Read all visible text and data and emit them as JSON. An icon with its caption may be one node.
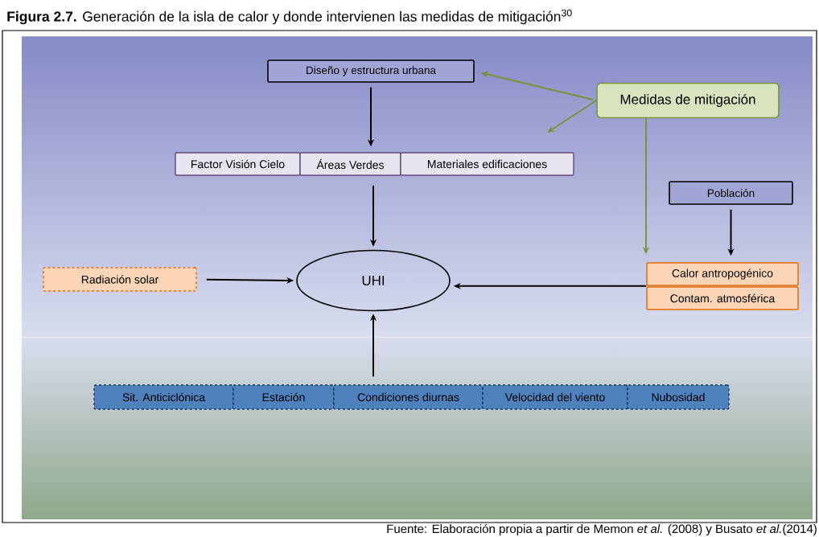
{
  "diagram": {
    "title": "**Figura 2.7.** Generación de la isla de calor y donde intervienen las medidas de mitigación$^{30}$",
    "caption": "Fuente: Elaboración propia a partir de Memon *et al.* (2008) y Busato *et al.*(2014)",
    "nodes": [
      {
        "text": [
          "Diseño y estructura urbana"
        ]
      },
      {
        "text": [
          "Medidas de mitigación"
        ]
      },
      {
        "text": [
          "Factor Visión Cielo"
        ]
      },
      {
        "text": [
          "Áreas Verdes"
        ]
      },
      {
        "text": [
          "Materiales edificaciones"
        ]
      },
      {
        "text": [
          "Población"
        ]
      },
      {
        "text": [
          "Radiación solar"
        ]
      },
      {
        "text": [
          "UHI"
        ]
      },
      {
        "text": [
          "Calor antropogénico"
        ]
      },
      {
        "text": [
          "Contam. atmosférica"
        ]
      },
      {
        "text": [
          "Sit. Anticiclónica"
        ]
      },
      {
        "text": [
          "Estación"
        ]
      },
      {
        "text": [
          "Condiciones diurnas"
        ]
      },
      {
        "text": [
          "Velocidad del viento"
        ]
      },
      {
        "text": [
          "Nubosidad"
        ]
      }
    ],
    "edges": [
      {
        "from": 0,
        "to": 3,
        "arrow": "to"
      },
      {
        "from": 3,
        "to": 7,
        "arrow": "to"
      },
      {
        "from": 6,
        "to": 7,
        "arrow": "to"
      },
      {
        "from": 8,
        "to": 7,
        "arrow": "to"
      },
      {
        "from": 12,
        "to": 7,
        "arrow": "to"
      },
      {
        "from": 5,
        "to": 8,
        "arrow": "to"
      },
      {
        "from": 1,
        "to": 0,
        "arrow": "to",
        "color": "#77933c"
      },
      {
        "from": 1,
        "to": null,
        "arrow": "to",
        "color": "#77933c"
      },
      {
        "from": 1,
        "to": 8,
        "arrow": "to",
        "color": "#77933c"
      }
    ]
  }
}
